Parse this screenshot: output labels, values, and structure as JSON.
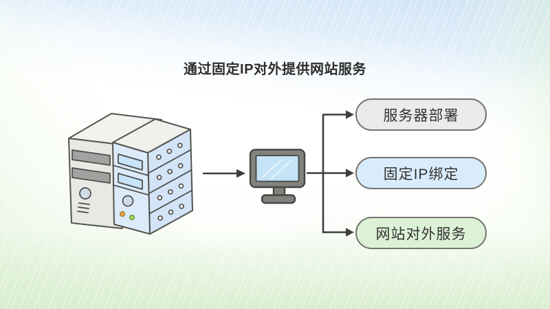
{
  "title": "通过固定IP对外提供网站服务",
  "text_color": "#2d2d2d",
  "background": {
    "top": "#cfe3f5",
    "middle": "#ffffff",
    "bottom": "#d9eecf"
  },
  "flow": {
    "line_color": "#3d3d3d",
    "box_border": "#74746e",
    "steps": [
      {
        "id": "step-1",
        "label": "服务器部署",
        "fill": "#ebebe9"
      },
      {
        "id": "step-2",
        "label": "固定IP绑定",
        "fill": "#d9ecfb"
      },
      {
        "id": "step-3",
        "label": "网站对外服务",
        "fill": "#dcf2d6"
      }
    ]
  },
  "illustrations": {
    "servers": {
      "icon": "server-towers-icon",
      "tower_gray": "#e8e8e5",
      "tower_blue": "#dcebfa"
    },
    "monitor": {
      "icon": "desktop-monitor-icon",
      "frame": "#82827f",
      "screen": "#c5e3f6"
    },
    "arrow": {
      "icon": "right-arrow-icon"
    }
  }
}
